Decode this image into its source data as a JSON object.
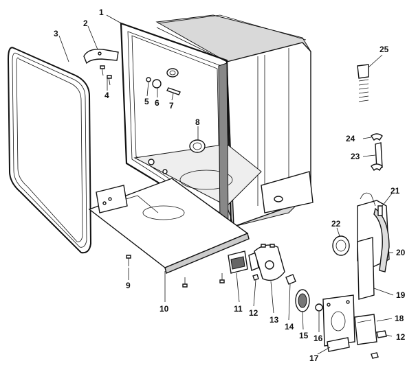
{
  "diagram": {
    "labels": [
      {
        "id": "p1",
        "text": "1"
      },
      {
        "id": "p2",
        "text": "2"
      },
      {
        "id": "p3",
        "text": "3"
      },
      {
        "id": "p4",
        "text": "4"
      },
      {
        "id": "p5",
        "text": "5"
      },
      {
        "id": "p6",
        "text": "6"
      },
      {
        "id": "p7",
        "text": "7"
      },
      {
        "id": "p8",
        "text": "8"
      },
      {
        "id": "p9",
        "text": "9"
      },
      {
        "id": "p10",
        "text": "10"
      },
      {
        "id": "p11",
        "text": "11"
      },
      {
        "id": "p12a",
        "text": "12"
      },
      {
        "id": "p13",
        "text": "13"
      },
      {
        "id": "p14",
        "text": "14"
      },
      {
        "id": "p15",
        "text": "15"
      },
      {
        "id": "p16",
        "text": "16"
      },
      {
        "id": "p17",
        "text": "17"
      },
      {
        "id": "p18",
        "text": "18"
      },
      {
        "id": "p12b",
        "text": "12"
      },
      {
        "id": "p19",
        "text": "19"
      },
      {
        "id": "p20",
        "text": "20"
      },
      {
        "id": "p21",
        "text": "21"
      },
      {
        "id": "p22",
        "text": "22"
      },
      {
        "id": "p23",
        "text": "23"
      },
      {
        "id": "p24",
        "text": "24"
      },
      {
        "id": "p25",
        "text": "25"
      }
    ]
  }
}
